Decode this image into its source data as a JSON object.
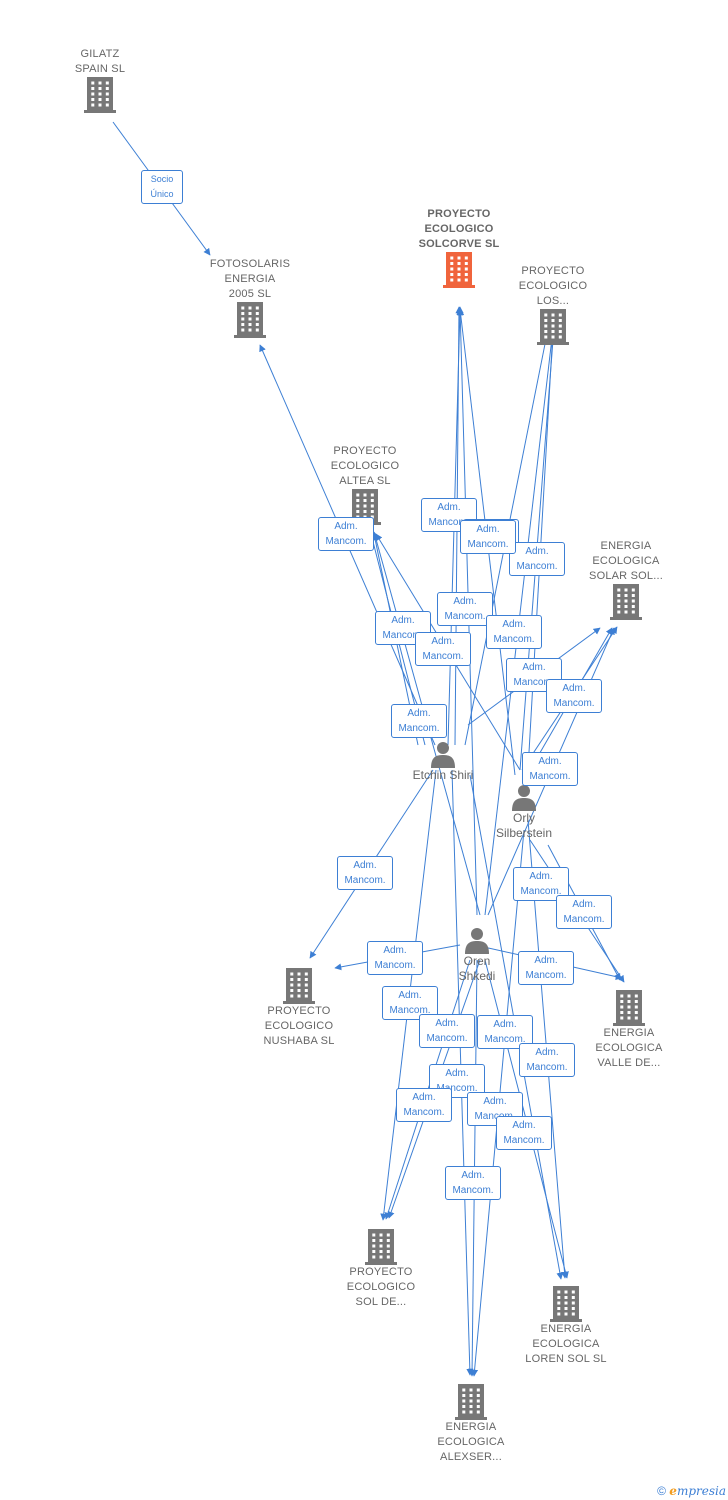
{
  "companies": [
    {
      "id": "gilatz",
      "label": "GILATZ\nSPAIN SL",
      "main": false
    },
    {
      "id": "fotosolaris",
      "label": "FOTOSOLARIS\nENERGIA\n2005 SL",
      "main": false
    },
    {
      "id": "solcorve",
      "label": "PROYECTO\nECOLOGICO\nSOLCORVE SL",
      "main": true
    },
    {
      "id": "los",
      "label": "PROYECTO\nECOLOGICO\nLOS...",
      "main": false
    },
    {
      "id": "altea",
      "label": "PROYECTO\nECOLOGICO\nALTEA SL",
      "main": false
    },
    {
      "id": "solarsol",
      "label": "ENERGIA\nECOLOGICA\nSOLAR SOL...",
      "main": false
    },
    {
      "id": "nushaba",
      "label": "PROYECTO\nECOLOGICO\nNUSHABA SL",
      "main": false
    },
    {
      "id": "valle",
      "label": "ENERGIA\nECOLOGICA\nVALLE DE...",
      "main": false
    },
    {
      "id": "solde",
      "label": "PROYECTO\nECOLOGICO\nSOL DE...",
      "main": false
    },
    {
      "id": "loren",
      "label": "ENERGIA\nECOLOGICA\nLOREN SOL SL",
      "main": false
    },
    {
      "id": "alexser",
      "label": "ENERGIA\nECOLOGICA\nALEXSER...",
      "main": false
    }
  ],
  "persons": [
    {
      "id": "etchin",
      "label": "Etchin Shiri"
    },
    {
      "id": "orly",
      "label": "Orly\nSilberstein"
    },
    {
      "id": "oren",
      "label": "Oren\nShkedi"
    }
  ],
  "relations": [
    {
      "label": "Socio\nÚnico",
      "small": true
    },
    {
      "label": "Adm.\nMancom."
    },
    {
      "label": "Adm.\nMancom."
    },
    {
      "label": "Adm.\nMancom."
    },
    {
      "label": "Adm.\nMancom."
    },
    {
      "label": "Adm.\nMancom."
    },
    {
      "label": "Adm.\nMancom."
    },
    {
      "label": "Adm.\nMancom."
    },
    {
      "label": "Adm.\nMancom."
    },
    {
      "label": "Adm.\nMancom."
    },
    {
      "label": "Adm.\nMancom."
    },
    {
      "label": "Adm.\nMancom."
    },
    {
      "label": "Adm.\nMancom."
    },
    {
      "label": "Adm.\nMancom."
    },
    {
      "label": "Adm.\nMancom."
    },
    {
      "label": "Adm.\nMancom."
    },
    {
      "label": "Adm.\nMancom."
    },
    {
      "label": "Adm.\nMancom."
    },
    {
      "label": "Adm.\nMancom."
    },
    {
      "label": "Adm.\nMancom."
    },
    {
      "label": "Adm.\nMancom."
    },
    {
      "label": "Adm.\nMancom."
    },
    {
      "label": "Adm.\nMancom."
    },
    {
      "label": "Adm.\nMancom."
    },
    {
      "label": "Adm.\nMancom."
    },
    {
      "label": "Adm.\nMancom."
    },
    {
      "label": "Adm.\nMancom."
    },
    {
      "label": "Adm.\nMancom."
    },
    {
      "label": "Adm.\nMancom."
    }
  ],
  "colors": {
    "edge": "#3d7fd4",
    "main_company": "#f0643c",
    "company": "#777777",
    "person": "#777777"
  },
  "footer": {
    "copyright": "©",
    "brand_initial": "e",
    "brand_rest": "mpresia"
  }
}
